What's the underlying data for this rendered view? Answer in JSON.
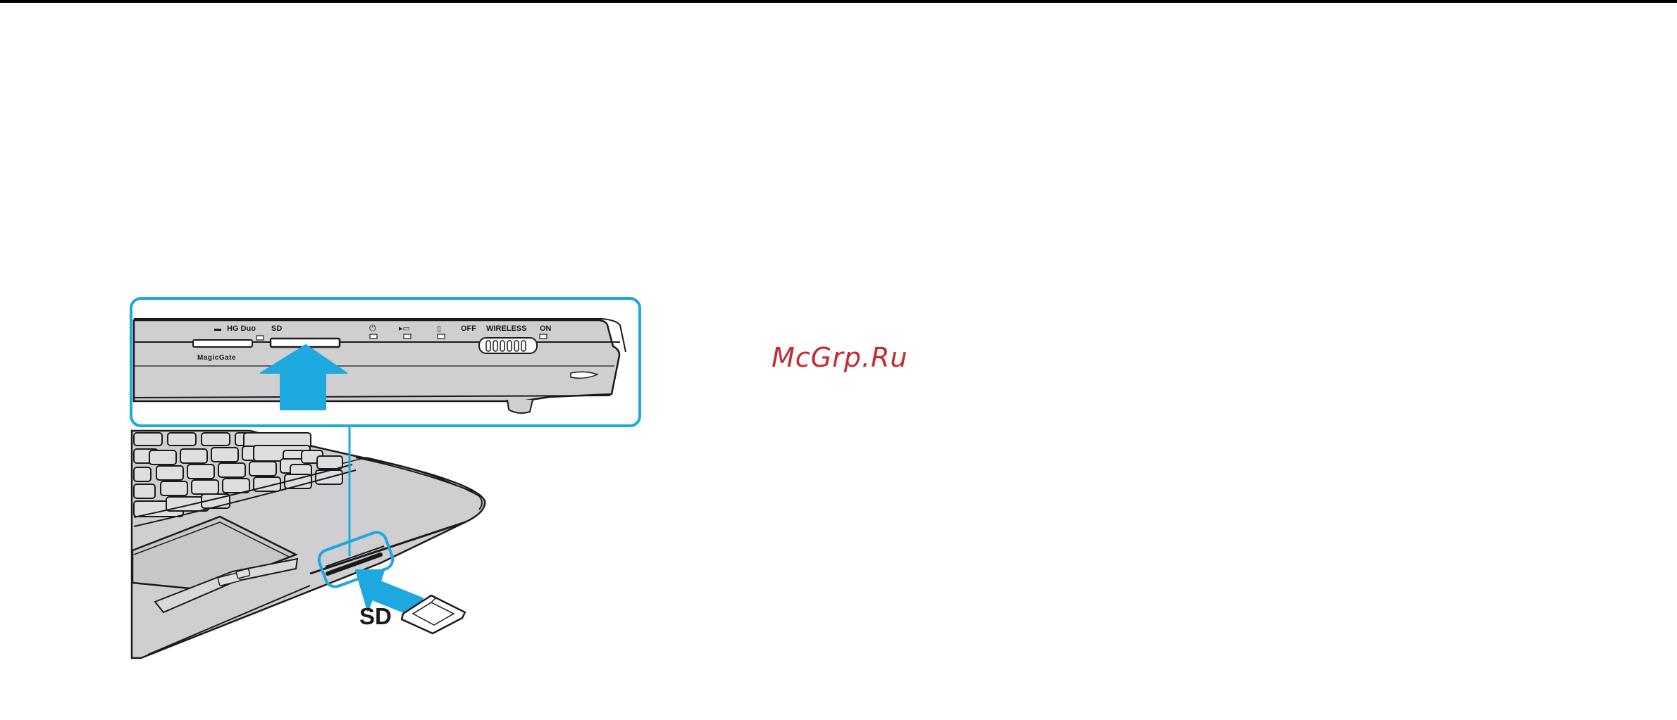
{
  "page": {
    "watermark": "McGrp.Ru"
  },
  "figure": {
    "labels": {
      "hg_duo": "HG Duo",
      "sd_slot": "SD",
      "magicgate": "MagicGate",
      "off": "OFF",
      "wireless": "WIRELESS",
      "on": "ON",
      "card_label": "SD"
    },
    "icons": [
      "power-icon",
      "battery-icon",
      "drive-icon",
      "memory-stick-icon"
    ],
    "colors": {
      "highlight": "#1ea8e0",
      "arrow": "#1ea8e0",
      "body_gray": "#cfcfd1",
      "outline": "#1a1a1a"
    }
  }
}
